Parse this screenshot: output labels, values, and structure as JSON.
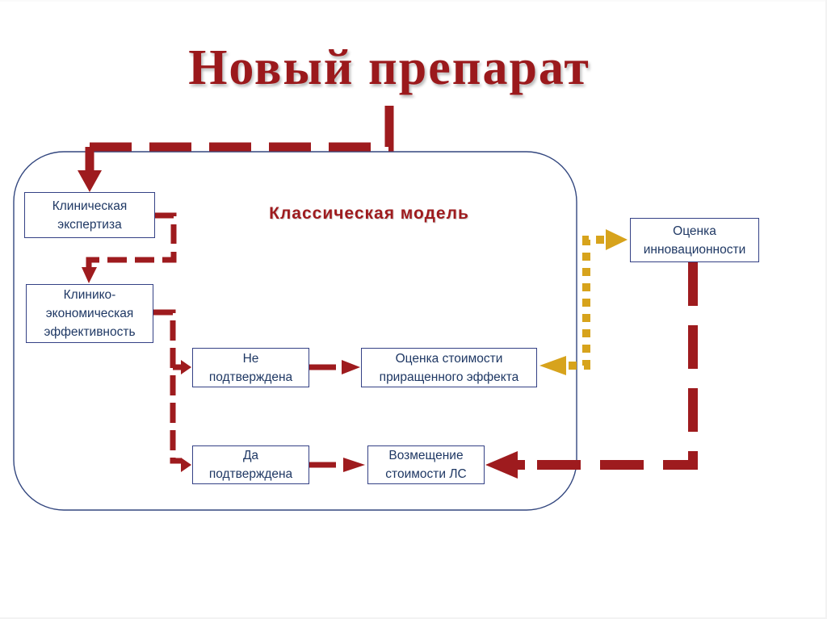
{
  "slide": {
    "title": "Новый препарат",
    "section_label": "Классическая модель"
  },
  "colors": {
    "line_red": "#9E1B1E",
    "title_red": "#9B191C",
    "gold": "#D7A31C",
    "navy_text": "#1F3864",
    "box_border": "#344185",
    "container_border": "#33477F"
  },
  "boxes": {
    "clinical_expertise": {
      "label": "Клиническая\nэкспертиза"
    },
    "clinical_economic": {
      "label": "Клинико-\nэкономическая\nэффективность"
    },
    "not_confirmed": {
      "label": "Не\nподтверждена"
    },
    "incremental_cost": {
      "label": "Оценка стоимости\nприращенного эффекта"
    },
    "confirmed": {
      "label": "Да\nподтверждена"
    },
    "reimbursement": {
      "label": "Возмещение\nстоимости ЛС"
    },
    "innovation": {
      "label": "Оценка\nинновационности"
    }
  }
}
